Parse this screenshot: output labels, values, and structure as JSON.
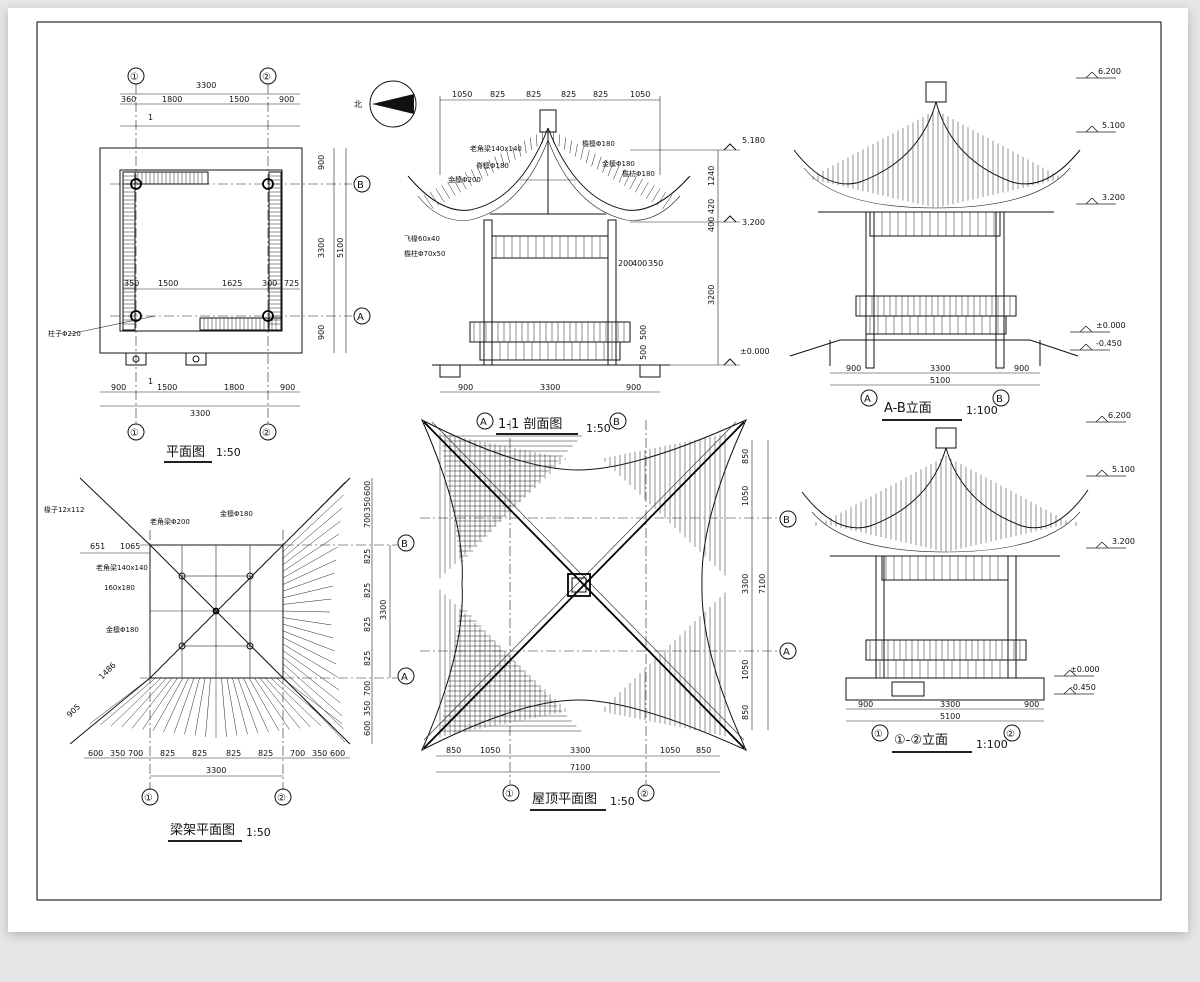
{
  "views": {
    "plan": {
      "title": "平面图",
      "scale": "1:50",
      "dims_top_total": "3300",
      "dims_top": [
        "360",
        "1800",
        "1500",
        "900"
      ],
      "dims_bottom": [
        "900",
        "1500",
        "1800",
        "900"
      ],
      "dims_bottom_total": "3300",
      "dims_right": [
        "900",
        "3300",
        "900"
      ],
      "dims_right_total": "5100",
      "dims_inner": [
        "350",
        "1500",
        "1625",
        "300",
        "725"
      ],
      "section_mark": "1",
      "note_column": "柱子Φ220",
      "axes": [
        "①",
        "②",
        "A",
        "B"
      ]
    },
    "section": {
      "title": "1-1 剖面图",
      "scale": "1:50",
      "dims_top": [
        "1050",
        "825",
        "825",
        "825",
        "825",
        "1050"
      ],
      "dims_right": [
        "1240",
        "420",
        "400",
        "3200",
        "500",
        "500"
      ],
      "dims_right_small": [
        "200",
        "400",
        "350"
      ],
      "dims_bottom": [
        "900",
        "3300",
        "900"
      ],
      "levels": [
        "5.180",
        "3.200",
        "±0.000"
      ],
      "notes": [
        "老角梁140x140",
        "脊檩Φ180",
        "金檩Φ200",
        "檐檩Φ180",
        "金檩Φ180",
        "檐枋Φ180",
        "飞椽60x40",
        "檐柱Φ70x50"
      ],
      "axes": [
        "A",
        "B"
      ]
    },
    "elev_ab": {
      "title": "A-B立面",
      "scale": "1:100",
      "levels": [
        "6.200",
        "5.100",
        "3.200",
        "±0.000",
        "-0.450"
      ],
      "dims_bottom": [
        "900",
        "3300",
        "900"
      ],
      "dims_bottom_total": "5100",
      "axes": [
        "A",
        "B"
      ]
    },
    "framing": {
      "title": "梁架平面图",
      "scale": "1:50",
      "notes": [
        "椽子12x112",
        "老角梁Φ200",
        "金檩Φ180",
        "老角梁140x140",
        "160x180",
        "金檩Φ180"
      ],
      "dims_left": [
        "651",
        "1065"
      ],
      "dims_diag": [
        "1486",
        "905"
      ],
      "dims_bottom": [
        "600",
        "350",
        "700",
        "825",
        "825",
        "825",
        "825",
        "700",
        "350",
        "600"
      ],
      "dims_bottom_total": "3300",
      "dims_right": [
        "600",
        "350",
        "700",
        "825",
        "825",
        "825",
        "825",
        "700",
        "350",
        "600"
      ],
      "dims_right_total": "3300",
      "axes": [
        "①",
        "②",
        "A",
        "B"
      ]
    },
    "roof": {
      "title": "屋顶平面图",
      "scale": "1:50",
      "dims_bottom": [
        "850",
        "1050",
        "3300",
        "1050",
        "850"
      ],
      "dims_bottom_total": "7100",
      "dims_right": [
        "850",
        "1050",
        "3300",
        "1050",
        "850"
      ],
      "dims_right_total": "7100",
      "axes": [
        "①",
        "②",
        "A",
        "B"
      ]
    },
    "elev_12": {
      "title": "①-②立面",
      "scale": "1:100",
      "levels": [
        "6.200",
        "5.100",
        "3.200",
        "±0.000",
        "-0.450"
      ],
      "dims_bottom": [
        "900",
        "3300",
        "900"
      ],
      "dims_bottom_total": "5100",
      "axes": [
        "①",
        "②"
      ]
    }
  },
  "north": "北"
}
